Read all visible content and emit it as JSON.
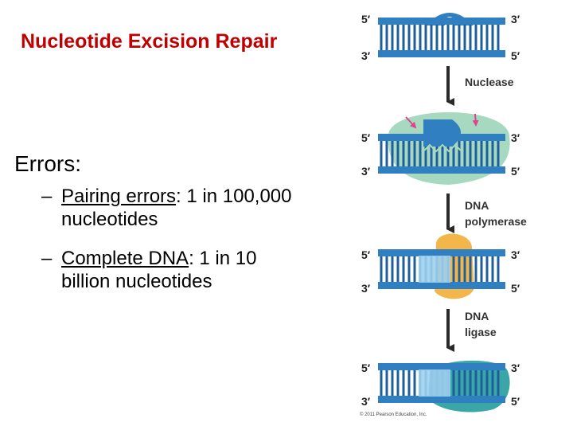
{
  "slide": {
    "title": "Nucleotide Excision Repair",
    "errors_heading": "Errors:",
    "bullets": [
      {
        "dash": "–",
        "term": "Pairing errors",
        "rest": ": 1 in 100,000 nucleotides"
      },
      {
        "dash": "–",
        "term": "Complete DNA",
        "rest": ": 1 in 10 billion nucleotides"
      }
    ]
  },
  "diagram": {
    "strand_labels": {
      "five_prime": "5′",
      "three_prime": "3′"
    },
    "steps": [
      {
        "label_lines": [
          "Nuclease"
        ]
      },
      {
        "label_lines": [
          "DNA",
          "polymerase"
        ]
      },
      {
        "label_lines": [
          "DNA",
          "ligase"
        ]
      }
    ],
    "copyright": "© 2011 Pearson Education, Inc.",
    "colors": {
      "dna": "#2f7fc1",
      "dna_dark": "#1d5f9c",
      "new_dna": "#9fd0ee",
      "nuclease": "#a6d9c0",
      "polymerase": "#f3b64a",
      "ligase": "#3aa6a7",
      "arrow": "#2a2a2a",
      "pointer": "#e0448f",
      "title": "#c00000"
    }
  }
}
